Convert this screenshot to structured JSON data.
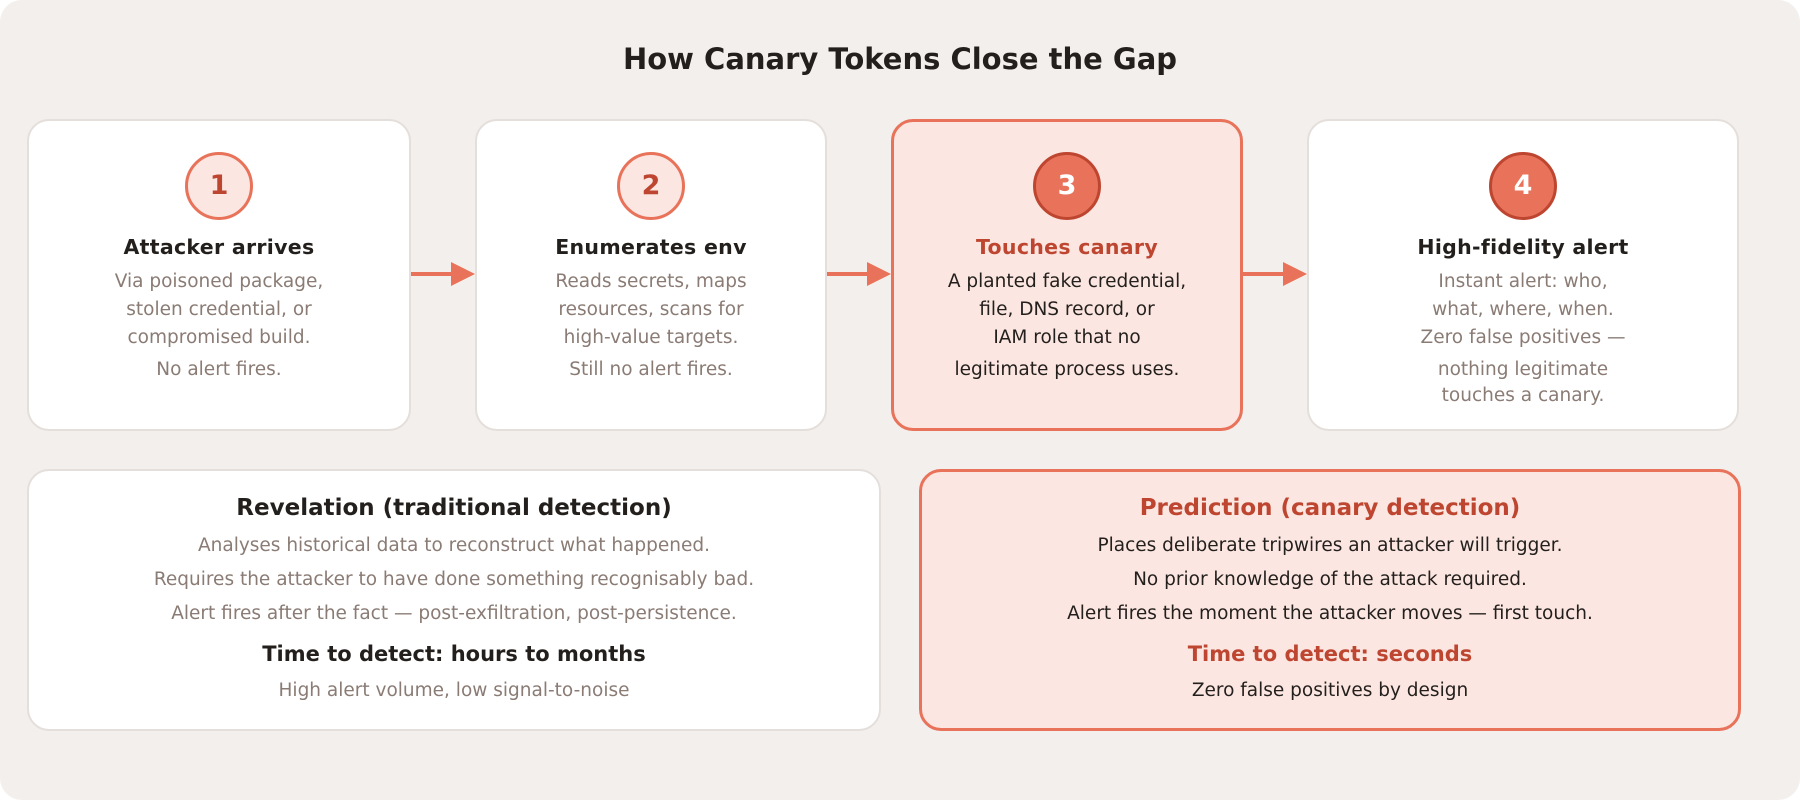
{
  "title": "How Canary Tokens Close the Gap",
  "steps": [
    {
      "number": "1",
      "title": "Attacker arrives",
      "lines": [
        "Via poisoned package,",
        "stolen credential, or",
        "compromised build.",
        "No alert fires."
      ]
    },
    {
      "number": "2",
      "title": "Enumerates env",
      "lines": [
        "Reads secrets, maps",
        "resources, scans for",
        "high-value targets.",
        "Still no alert fires."
      ]
    },
    {
      "number": "3",
      "title": "Touches canary",
      "lines": [
        "A planted fake credential,",
        "file, DNS record, or",
        "IAM role that no",
        "legitimate process uses."
      ]
    },
    {
      "number": "4",
      "title": "High-fidelity alert",
      "lines": [
        "Instant alert: who,",
        "what, where, when.",
        "Zero false positives —",
        "nothing legitimate",
        "touches a canary."
      ]
    }
  ],
  "comparison": {
    "traditional": {
      "title": "Revelation (traditional detection)",
      "lines": [
        "Analyses historical data to reconstruct what happened.",
        "Requires the attacker to have done something recognisably bad.",
        "Alert fires after the fact — post-exfiltration, post-persistence."
      ],
      "time_to_detect": "Time to detect: hours to months",
      "footer": "High alert volume, low signal-to-noise"
    },
    "canary": {
      "title": "Prediction (canary detection)",
      "lines": [
        "Places deliberate tripwires an attacker will trigger.",
        "No prior knowledge of the attack required.",
        "Alert fires the moment the attacker moves — first touch."
      ],
      "time_to_detect": "Time to detect: seconds",
      "footer": "Zero false positives by design"
    }
  },
  "colors": {
    "accent": "#e8725a",
    "accent_dark": "#be4630",
    "highlight_fill": "#fbe6e1",
    "text_dark": "#231f1c",
    "text_muted": "#8a7b74",
    "background": "#f3efec"
  }
}
